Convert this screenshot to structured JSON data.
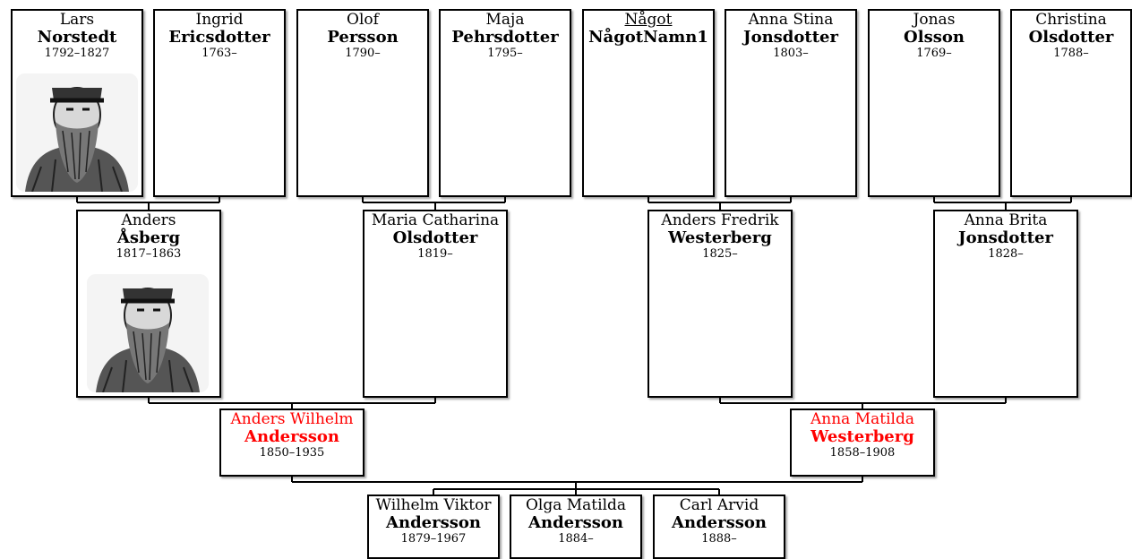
{
  "great_grandparents": [
    {
      "given": "Lars",
      "surname": "Norstedt",
      "dates": "1792–1827"
    },
    {
      "given": "Ingrid",
      "surname": "Ericsdotter",
      "dates": "1763–"
    },
    {
      "given": "Olof",
      "surname": "Persson",
      "dates": "1790–"
    },
    {
      "given": "Maja",
      "surname": "Pehrsdotter",
      "dates": "1795–"
    },
    {
      "given": "Något",
      "surname": "NågotNamn1",
      "dates": ""
    },
    {
      "given": "Anna Stina",
      "surname": "Jonsdotter",
      "dates": "1803–"
    },
    {
      "given": "Jonas",
      "surname": "Olsson",
      "dates": "1769–"
    },
    {
      "given": "Christina",
      "surname": "Olsdotter",
      "dates": "1788–"
    }
  ],
  "grandparents": [
    {
      "given": "Anders",
      "surname": "Åsberg",
      "dates": "1817–1863"
    },
    {
      "given": "Maria Catharina",
      "surname": "Olsdotter",
      "dates": "1819–"
    },
    {
      "given": "Anders Fredrik",
      "surname": "Westerberg",
      "dates": "1825–"
    },
    {
      "given": "Anna Brita",
      "surname": "Jonsdotter",
      "dates": "1828–"
    }
  ],
  "parents": [
    {
      "given": "Anders Wilhelm",
      "surname": "Andersson",
      "dates": "1850–1935"
    },
    {
      "given": "Anna Matilda",
      "surname": "Westerberg",
      "dates": "1858–1908"
    }
  ],
  "children": [
    {
      "given": "Wilhelm Viktor",
      "surname": "Andersson",
      "dates": "1879–1967"
    },
    {
      "given": "Olga Matilda",
      "surname": "Andersson",
      "dates": "1884–"
    },
    {
      "given": "Carl Arvid",
      "surname": "Andersson",
      "dates": "1888–"
    }
  ],
  "colors": {
    "highlight": "#ff0000",
    "border": "#000000"
  },
  "icons": {
    "portrait": "bearded-man-portrait-icon"
  }
}
